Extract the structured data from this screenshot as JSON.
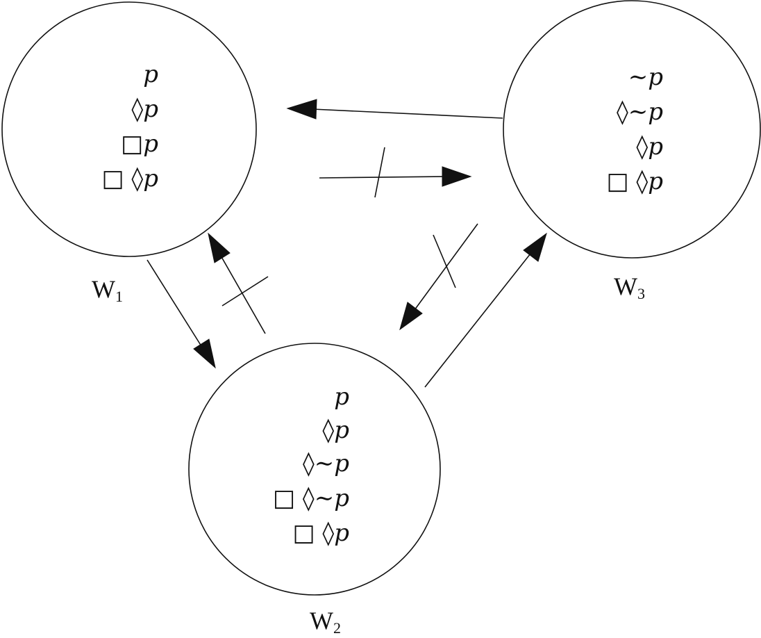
{
  "worlds": [
    {
      "id": "w1",
      "label": "W",
      "subscript": "1",
      "formulas": [
        "p",
        "◊p",
        "□p",
        "□ ◊p"
      ]
    },
    {
      "id": "w2",
      "label": "W",
      "subscript": "2",
      "formulas": [
        "p",
        "◊p",
        "◊∼p",
        "□ ◊∼p",
        "□ ◊p"
      ]
    },
    {
      "id": "w3",
      "label": "W",
      "subscript": "3",
      "formulas": [
        "∼p",
        "◊∼p",
        "◊p",
        "□ ◊p"
      ]
    }
  ],
  "relations": [
    {
      "from": "w3",
      "to": "w1",
      "accessible": true
    },
    {
      "from": "w1",
      "to": "w3",
      "accessible": false
    },
    {
      "from": "w1",
      "to": "w2",
      "accessible": true
    },
    {
      "from": "w2",
      "to": "w1",
      "accessible": false
    },
    {
      "from": "w2",
      "to": "w3",
      "accessible": true
    },
    {
      "from": "w3",
      "to": "w2",
      "accessible": false
    }
  ]
}
